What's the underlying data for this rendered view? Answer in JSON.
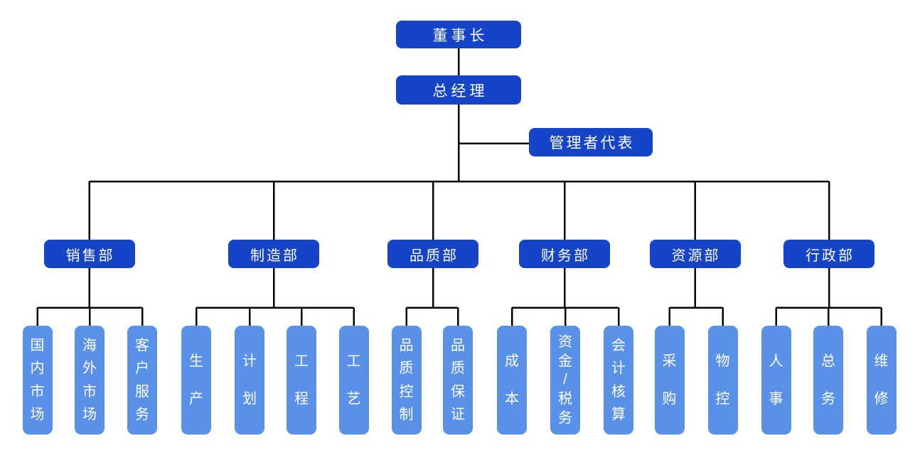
{
  "colors": {
    "executive_box": "#1544C8",
    "leaf_box": "#5A91E8",
    "box_text": "#FFFFFF",
    "connector": "#000000",
    "background": "#FFFFFF"
  },
  "org": {
    "chairman": {
      "label": "董事长"
    },
    "general_manager": {
      "label": "总经理"
    },
    "management_representative": {
      "label": "管理者代表"
    },
    "departments": [
      {
        "label": "销售部",
        "children": [
          {
            "label": "国内市场"
          },
          {
            "label": "海外市场"
          },
          {
            "label": "客户服务"
          }
        ]
      },
      {
        "label": "制造部",
        "children": [
          {
            "label": "生产"
          },
          {
            "label": "计划"
          },
          {
            "label": "工程"
          },
          {
            "label": "工艺"
          }
        ]
      },
      {
        "label": "品质部",
        "children": [
          {
            "label": "品质控制"
          },
          {
            "label": "品质保证"
          }
        ]
      },
      {
        "label": "财务部",
        "children": [
          {
            "label": "成本"
          },
          {
            "label": "资金/税务"
          },
          {
            "label": "会计核算"
          }
        ]
      },
      {
        "label": "资源部",
        "children": [
          {
            "label": "采购"
          },
          {
            "label": "物控"
          }
        ]
      },
      {
        "label": "行政部",
        "children": [
          {
            "label": "人事"
          },
          {
            "label": "总务"
          },
          {
            "label": "维修"
          }
        ]
      }
    ]
  }
}
